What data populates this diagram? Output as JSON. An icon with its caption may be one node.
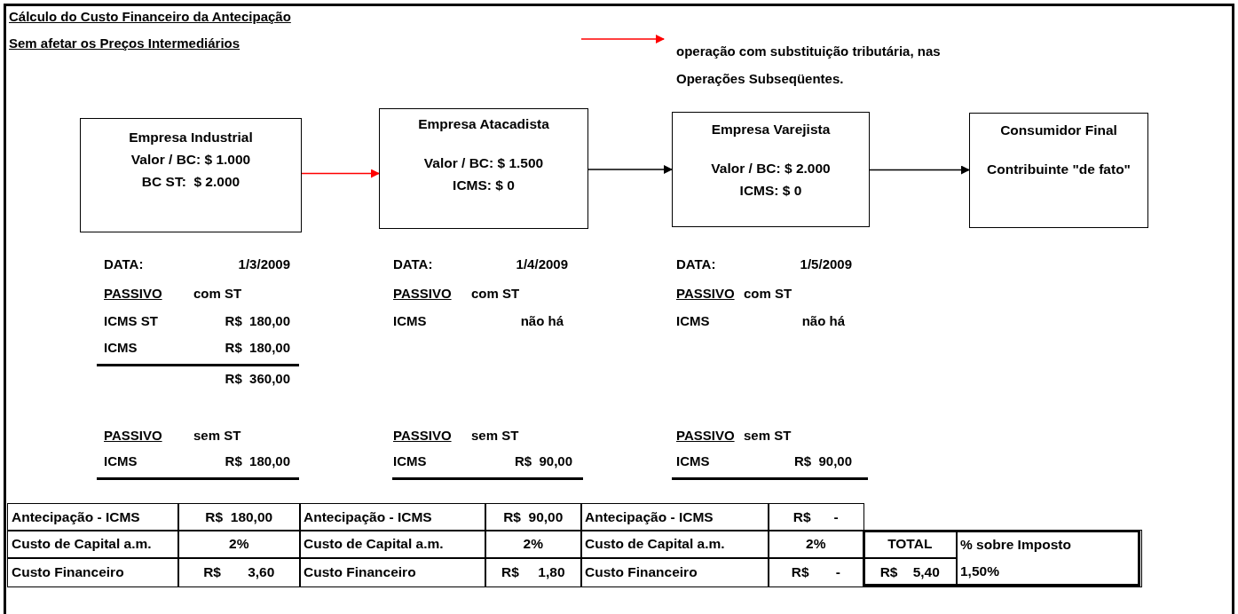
{
  "diagram": {
    "title": "Cálculo do Custo Financeiro da Antecipação",
    "nodes": [
      {
        "text": [
          "Empresa Industrial",
          "Valor / BC: $ 1.000",
          "BC ST:  $ 2.000"
        ]
      },
      {
        "text": [
          "Empresa Atacadista",
          "Valor / BC: $ 1.500",
          "ICMS: $ 0"
        ]
      },
      {
        "text": [
          "Empresa Varejista",
          "Valor / BC: $ 2.000",
          "ICMS: $ 0"
        ]
      },
      {
        "text": [
          "Consumidor Final",
          "Contribuinte \"de fato\""
        ]
      }
    ],
    "edges": [
      {
        "from": 0,
        "to": 1,
        "arrow": "to",
        "color": "#ff0000"
      },
      {
        "from": 1,
        "to": 2,
        "arrow": "to"
      },
      {
        "from": 2,
        "to": 3,
        "arrow": "to"
      }
    ],
    "labels": [
      "Sem afetar os Preços Intermediários",
      "DATA:",
      "1/3/2009",
      "PASSIVO",
      "com ST",
      "ICMS ST",
      "R$  180,00",
      "ICMS",
      "R$  180,00",
      "R$  360,00",
      "PASSIVO",
      "sem ST",
      "ICMS",
      "R$  180,00",
      "DATA:",
      "1/4/2009",
      "PASSIVO",
      "com ST",
      "ICMS",
      "não há",
      "PASSIVO",
      "sem ST",
      "ICMS",
      "R$  90,00",
      "DATA:",
      "1/5/2009",
      "PASSIVO",
      "com ST",
      "ICMS",
      "não há",
      "PASSIVO",
      "sem ST",
      "ICMS",
      "R$  90,00",
      "Antecipação - ICMS",
      "R$  180,00",
      "Antecipação - ICMS",
      "R$  90,00",
      "Antecipação - ICMS",
      "R$      -",
      "Custo de Capital a.m.",
      "2%",
      "Custo de Capital a.m.",
      "2%",
      "Custo de Capital a.m.",
      "2%",
      "TOTAL",
      "% sobre Imposto",
      "Custo Financeiro",
      "R$       3,60",
      "Custo Financeiro",
      "R$     1,80",
      "Custo Financeiro",
      "R$       -",
      "R$    5,40",
      "1,50%"
    ],
    "legend": [
      {
        "text": "operação com substituição tributária, nas Operações Subseqüentes."
      }
    ]
  }
}
